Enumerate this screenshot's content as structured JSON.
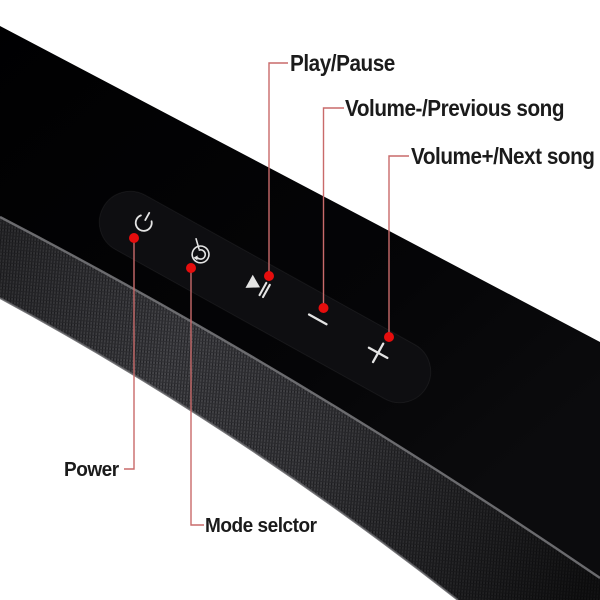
{
  "type": "product-annotation-diagram",
  "product": "soundbar-speaker-with-touch-control-panel",
  "callouts": {
    "play_pause": "Play/Pause",
    "volume_down": "Volume-/Previous song",
    "volume_up": "Volume+/Next song",
    "power": "Power",
    "mode": "Mode selctor"
  },
  "panel": {
    "icons": [
      "power-icon",
      "mode-selector-icon",
      "play-pause-icon",
      "volume-down-icon",
      "volume-up-icon"
    ]
  },
  "colors": {
    "background": "#ffffff",
    "callout_line": "#c96a6a",
    "callout_dot": "#e60d0d",
    "label_text": "#1b1b1b",
    "body_black": "#050507",
    "grille_gray": "#48484c",
    "grille_rim": "#737377",
    "icon_white": "#e4e4e4",
    "panel_black": "#0e0e11"
  }
}
